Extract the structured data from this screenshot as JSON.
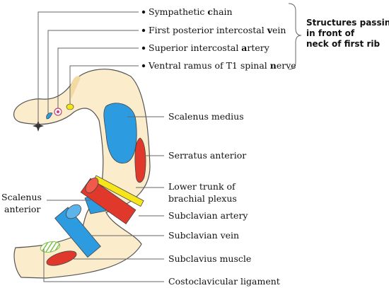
{
  "top_labels": [
    {
      "before": "Sympathetic ",
      "key": "c",
      "after": "hain"
    },
    {
      "before": "First posterior intercostal ",
      "key": "v",
      "after": "ein"
    },
    {
      "before": "Superior intercostal ",
      "key": "a",
      "after": "rtery"
    },
    {
      "before": "Ventral ramus of T1 spinal ",
      "key": "n",
      "after": "erve"
    }
  ],
  "group_label": [
    "Structures passing",
    "in front of",
    "neck of first rib"
  ],
  "right_labels": {
    "scalenus_medius": "Scalenus medius",
    "serratus_anterior": "Serratus anterior",
    "lower_trunk_1": "Lower trunk of",
    "lower_trunk_2": "brachial plexus",
    "subclavian_artery": "Subclavian artery",
    "subclavian_vein": "Subclavian vein",
    "subclavius_muscle": "Subclavius muscle",
    "costoclavicular": "Costoclavicular ligament"
  },
  "left_label": [
    "Scalenus",
    "anterior"
  ],
  "colors": {
    "bone": "#fbeccb",
    "bone_outline": "#555555",
    "muscle_blue": "#2d9be0",
    "artery_red": "#e0392b",
    "nerve_yellow": "#f7e51c",
    "ligament_green": "#7dc242"
  }
}
